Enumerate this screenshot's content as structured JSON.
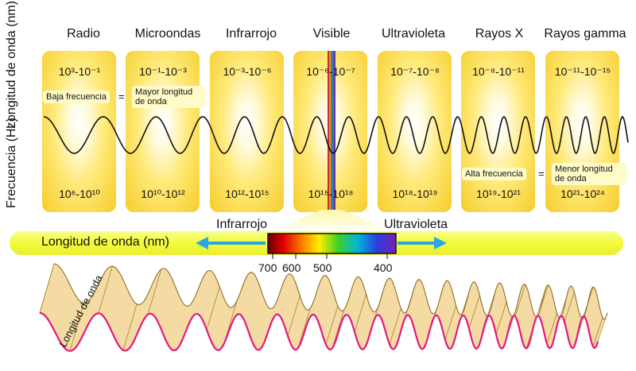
{
  "bands": [
    {
      "name": "Radio",
      "wavelength": "10³-10⁻¹",
      "frequency": "10⁶-10¹⁰"
    },
    {
      "name": "Microondas",
      "wavelength": "10⁻¹-10⁻³",
      "frequency": "10¹⁰-10¹²"
    },
    {
      "name": "Infrarrojo",
      "wavelength": "10⁻³-10⁻⁶",
      "frequency": "10¹²-10¹⁵"
    },
    {
      "name": "Visible",
      "wavelength": "10⁻⁶-10⁻⁷",
      "frequency": "10¹⁵-10¹⁸"
    },
    {
      "name": "Ultravioleta",
      "wavelength": "10⁻⁷-10⁻⁸",
      "frequency": "10¹⁸-10¹⁹"
    },
    {
      "name": "Rayos X",
      "wavelength": "10⁻⁸-10⁻¹¹",
      "frequency": "10¹⁹-10²¹"
    },
    {
      "name": "Rayos gamma",
      "wavelength": "10⁻¹¹-10⁻¹⁵",
      "frequency": "10²¹-10²⁴"
    }
  ],
  "axes": {
    "wavelength": "Longitud de onda (nm)",
    "frequency": "Frecuencia (Hz)"
  },
  "notes": {
    "low_freq": "Baja frecuencia",
    "low_eq": "=",
    "low_desc": "Mayor longitud de onda",
    "high_freq": "Alta frecuencia",
    "high_eq": "=",
    "high_desc": "Menor longitud de onda"
  },
  "spectrum": {
    "strip_label": "Longitud de onda (nm)",
    "left_label": "Infrarrojo",
    "right_label": "Ultravioleta",
    "ticks": [
      "700",
      "600",
      "500",
      "400"
    ]
  },
  "ribbon": {
    "label": "Longitud de onda"
  },
  "colors": {
    "panel": "#f5cc2a",
    "strip": "#f4fb3a",
    "arrow": "#2aa6e6",
    "ribbon_edge": "#e5187e",
    "ribbon_fill": "#f3d89a"
  }
}
